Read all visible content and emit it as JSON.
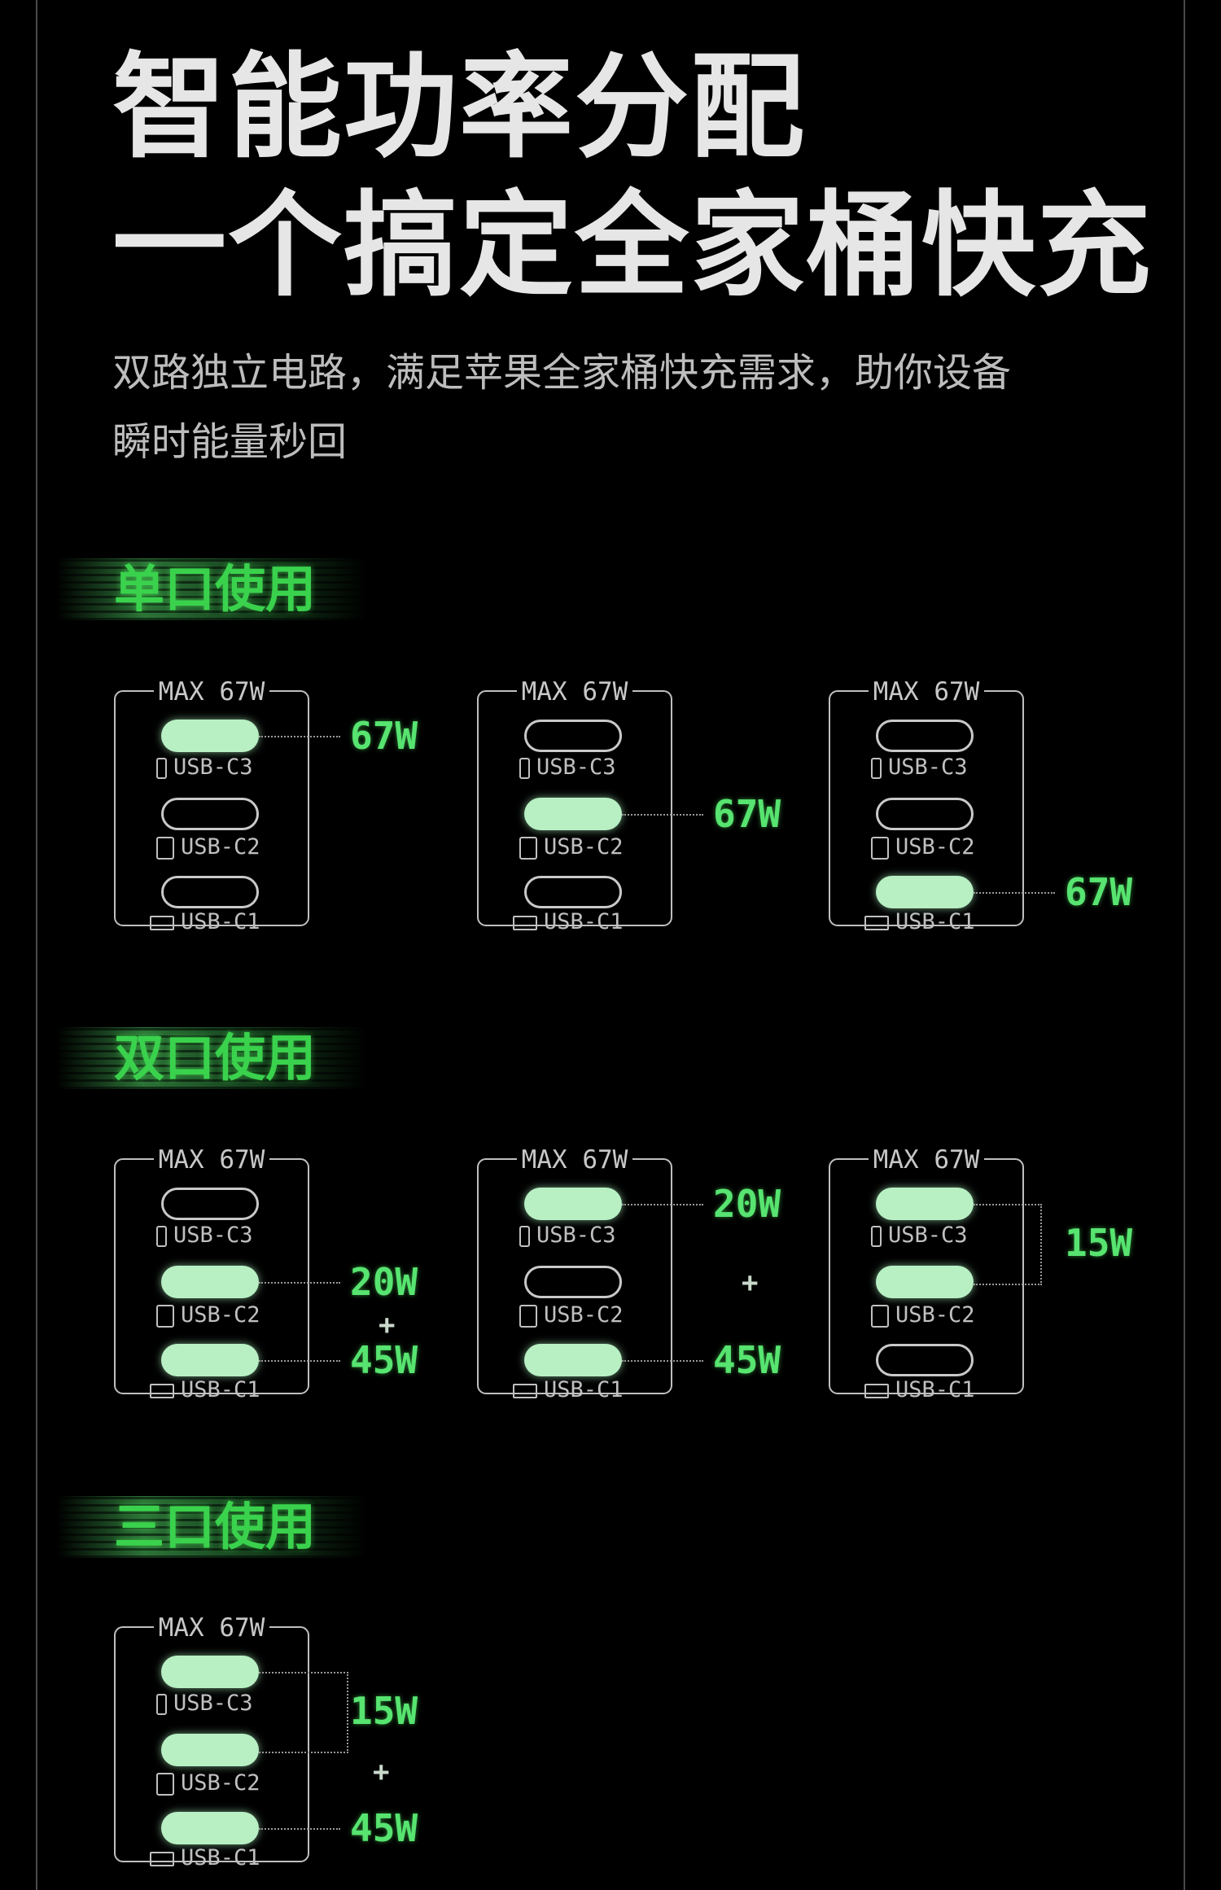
{
  "headline": {
    "line1": "智能功率分配",
    "line2": "一个搞定全家桶快充"
  },
  "subtitle": {
    "line1": "双路独立电路，满足苹果全家桶快充需求，助你设备",
    "line2": "瞬时能量秒回"
  },
  "colors": {
    "accent_green": "#3ad24d",
    "port_active": "#b8f0c4",
    "background": "#000000"
  },
  "max_label": "MAX 67W",
  "ports": [
    {
      "label": "USB-C3",
      "icon": "phone-icon"
    },
    {
      "label": "USB-C2",
      "icon": "tablet-icon"
    },
    {
      "label": "USB-C1",
      "icon": "laptop-icon"
    }
  ],
  "sections": [
    {
      "title": "单口使用",
      "configs": [
        {
          "active": [
            true,
            false,
            false
          ],
          "watts": [
            "67W"
          ]
        },
        {
          "active": [
            false,
            true,
            false
          ],
          "watts": [
            "67W"
          ]
        },
        {
          "active": [
            false,
            false,
            true
          ],
          "watts": [
            "67W"
          ]
        }
      ]
    },
    {
      "title": "双口使用",
      "configs": [
        {
          "active": [
            false,
            true,
            true
          ],
          "watts": [
            "20W",
            "45W"
          ],
          "plus": "+"
        },
        {
          "active": [
            true,
            false,
            true
          ],
          "watts": [
            "20W",
            "45W"
          ],
          "plus": "+"
        },
        {
          "active": [
            true,
            true,
            false
          ],
          "watts": [
            "15W"
          ]
        }
      ]
    },
    {
      "title": "三口使用",
      "configs": [
        {
          "active": [
            true,
            true,
            true
          ],
          "watts": [
            "15W",
            "45W"
          ],
          "plus": "+"
        }
      ]
    }
  ]
}
